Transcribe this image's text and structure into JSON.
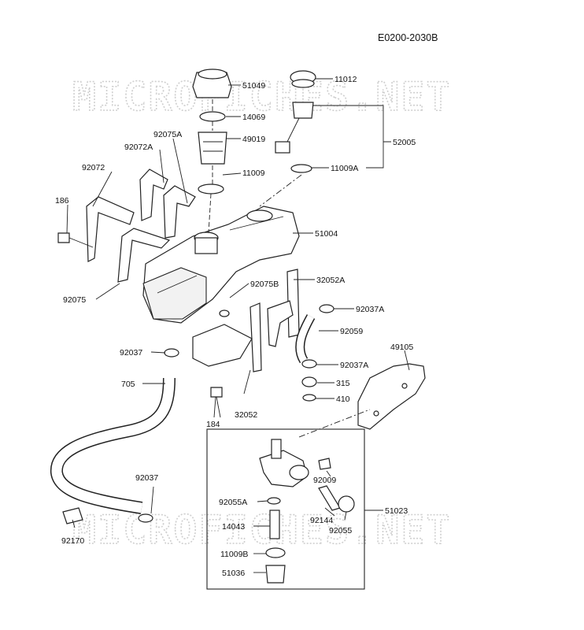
{
  "diagram_code": "E0200-2030B",
  "watermarks": [
    "MICROFICHES.NET",
    "MICROFICHES.NET"
  ],
  "labels": {
    "p51049": "51049",
    "p14069": "14069",
    "p92075A": "92075A",
    "p49019": "49019",
    "p92072A": "92072A",
    "p11009": "11009",
    "p92072": "92072",
    "p186": "186",
    "p11012": "11012",
    "p52005": "52005",
    "p11009A": "11009A",
    "p51004": "51004",
    "p92075": "92075",
    "p92075B": "92075B",
    "p32052A": "32052A",
    "p92037A_1": "92037A",
    "p92059": "92059",
    "p92037": "92037",
    "p49105": "49105",
    "p92037A_2": "92037A",
    "p705": "705",
    "p315": "315",
    "p410": "410",
    "p184": "184",
    "p32052": "32052",
    "p92009": "92009",
    "p92037_2": "92037",
    "p92055A": "92055A",
    "p51023": "51023",
    "p92144": "92144",
    "p14043": "14043",
    "p92055": "92055",
    "p92170": "92170",
    "p11009B": "11009B",
    "p51036": "51036"
  }
}
